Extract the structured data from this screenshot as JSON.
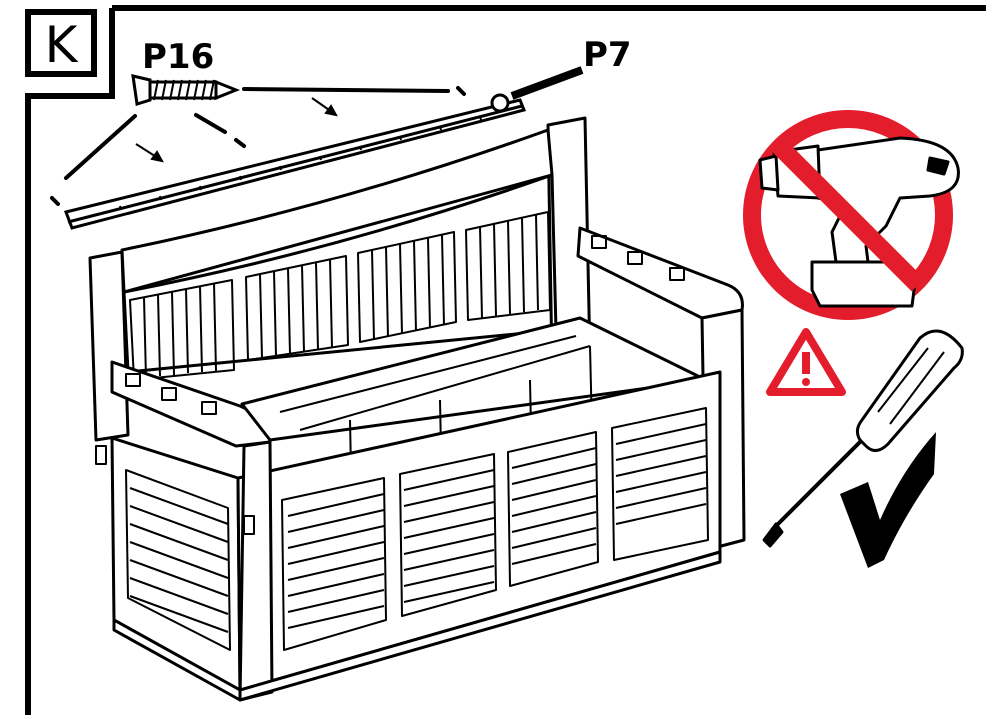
{
  "step": {
    "letter": "K"
  },
  "parts": {
    "screw_label": "P16",
    "rail_label": "P7"
  },
  "tools": {
    "drill": {
      "icon": "power-drill-icon",
      "status": "prohibited",
      "symbol_color": "#e31d2b"
    },
    "warning": {
      "icon": "warning-triangle-icon",
      "color": "#e31d2b"
    },
    "screwdriver": {
      "icon": "screwdriver-icon",
      "status": "allowed",
      "check_icon": "checkmark-icon"
    }
  },
  "colors": {
    "line": "#000000",
    "background": "#ffffff",
    "alert": "#e31d2b"
  }
}
